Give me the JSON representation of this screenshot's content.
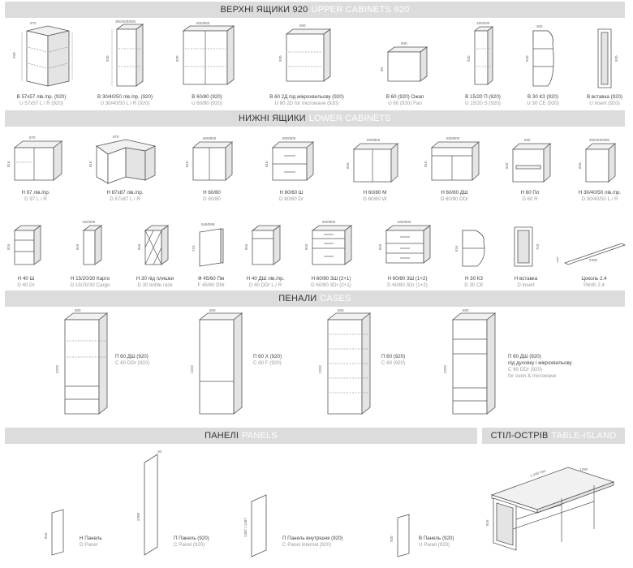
{
  "sections": {
    "upper": {
      "uk": "ВЕРХНІ ЯЩИКИ 920",
      "en": "UPPER CABINETS 920"
    },
    "lower": {
      "uk": "НИЖНІ ЯЩИКИ",
      "en": "LOWER CABINETS"
    },
    "cases": {
      "uk": "ПЕНАЛИ",
      "en": "CASES"
    },
    "panels": {
      "uk": "ПАНЕЛІ",
      "en": "PANELS"
    },
    "table": {
      "uk": "СТІЛ-ОСТРІВ",
      "en": "TABLE-ISLAND"
    }
  },
  "upper": [
    {
      "uk": "В 57x57 лів./пр. (920)",
      "en": "U 57x57 L / R (920)"
    },
    {
      "uk": "В 30/40/50 лів./пр. (920)",
      "en": "U 30/40/50 L / R (920)"
    },
    {
      "uk": "В 60/80 (920)",
      "en": "U 60/80 (920)"
    },
    {
      "uk": "В 60 2Д під мікрохвильову (920)",
      "en": "U 60 2D for microwave (920)"
    },
    {
      "uk": "В 60 (920) Ожап",
      "en": "U 60 (920) Fan"
    },
    {
      "uk": "В 15/20 П (920)",
      "en": "U 15/20 S (920)"
    },
    {
      "uk": "В 30 КЗ (920)",
      "en": "U 30 CE (920)"
    },
    {
      "uk": "В вставка (920)",
      "en": "U insert (920)"
    }
  ],
  "lower1": [
    {
      "uk": "Н 97 лів./пр.",
      "en": "D 97 L / R"
    },
    {
      "uk": "Н 87x87 лів./пр.",
      "en": "D 87x87 L / R"
    },
    {
      "uk": "Н 60/80",
      "en": "D 60/80"
    },
    {
      "uk": "Н 80/60 Ш",
      "en": "D 80/60 Dr"
    },
    {
      "uk": "Н 60/80 М",
      "en": "D 60/80 W"
    },
    {
      "uk": "Н 60/80 ДШ",
      "en": "D 60/80 DDr"
    },
    {
      "uk": "Н 60 Пл",
      "en": "D 60 R"
    },
    {
      "uk": "Н 30/40/50 лів./пр.",
      "en": "D 30/40/50 L / R"
    }
  ],
  "lower2": [
    {
      "uk": "Н 40 Ш",
      "en": "D 40 Dr"
    },
    {
      "uk": "Н 15/20/30 Карго",
      "en": "D 15/20/30 Cargo"
    },
    {
      "uk": "Н 30 під пляшки",
      "en": "D 30 bottle rack"
    },
    {
      "uk": "Ф 45/60 Пм",
      "en": "F 45/60 DW"
    },
    {
      "uk": "Н 40 ДШ лів./пр.",
      "en": "D 40 DDr L / R"
    },
    {
      "uk": "Н 60/80 3Ш (2+1)",
      "en": "D 60/80 3Dr (2+1)"
    },
    {
      "uk": "Н 60/80 3Ш (1+2)",
      "en": "D 60/80 3Dr (1+2)"
    },
    {
      "uk": "Н 30 КЗ",
      "en": "D 30 CE"
    },
    {
      "uk": "Н вставка",
      "en": "D insert"
    },
    {
      "uk": "Цоколь 2.4",
      "en": "Plinth 2.4"
    }
  ],
  "cases": [
    {
      "uk": "П 60 ДШ (920)",
      "en": "C 60 DDr (920)"
    },
    {
      "uk": "П 60 Х (920)",
      "en": "C 60 F (920)"
    },
    {
      "uk": "П 60 (920)",
      "en": "C 60 (920)"
    },
    {
      "uk": "П 60 ДШ (920)",
      "uk2": "під духовку і мікрохвильову",
      "en": "C 60 DDr (920)",
      "en2": "for oven & microwave"
    }
  ],
  "panels": [
    {
      "uk": "Н Панель",
      "en": "D Panel"
    },
    {
      "uk": "П Панель (920)",
      "en": "C Panel (920)"
    },
    {
      "uk": "П Панель внутрішня (920)",
      "en": "C Panel internal (920)"
    },
    {
      "uk": "В Панель (920)",
      "en": "U Panel (920)"
    }
  ],
  "dims": {
    "h920": "920",
    "h816": "816",
    "h2232": "2232",
    "h2208": "2208",
    "h1387": "1387 / 1487",
    "w600": "600",
    "w400": "400",
    "w570": "570",
    "w870": "870",
    "w150": "150/200",
    "w300": "300/400/500",
    "w600800": "600/800",
    "w800600": "800/600",
    "w302": "302",
    "w530": "530",
    "w548": "548/598",
    "w710": "710",
    "w2400": "2400",
    "w1200": "1200",
    "w1440": "1,440 mm",
    "w30": "30",
    "h100": "100",
    "h60": "60"
  }
}
